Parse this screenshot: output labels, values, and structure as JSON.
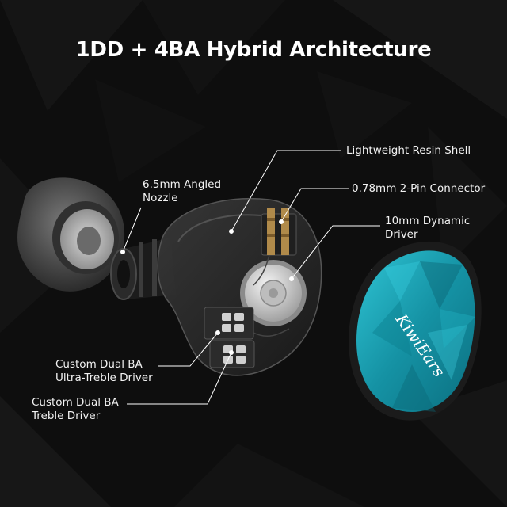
{
  "title": "1DD + 4BA Hybrid Architecture",
  "brand_logo_text": "KiwiEars",
  "colors": {
    "background": "#0d0d0d",
    "text": "#ffffff",
    "faceplate": "#1aa7b8",
    "shell": "#2a2a2a"
  },
  "callouts": {
    "resin_shell": "Lightweight Resin Shell",
    "nozzle": {
      "line1": "6.5mm Angled",
      "line2": "Nozzle"
    },
    "connector": "0.78mm 2-Pin Connector",
    "dynamic_driver": {
      "line1": "10mm Dynamic",
      "line2": "Driver"
    },
    "ultra_treble": {
      "line1": "Custom Dual BA",
      "line2": "Ultra-Treble Driver"
    },
    "treble": {
      "line1": "Custom Dual BA",
      "line2": "Treble Driver"
    }
  }
}
